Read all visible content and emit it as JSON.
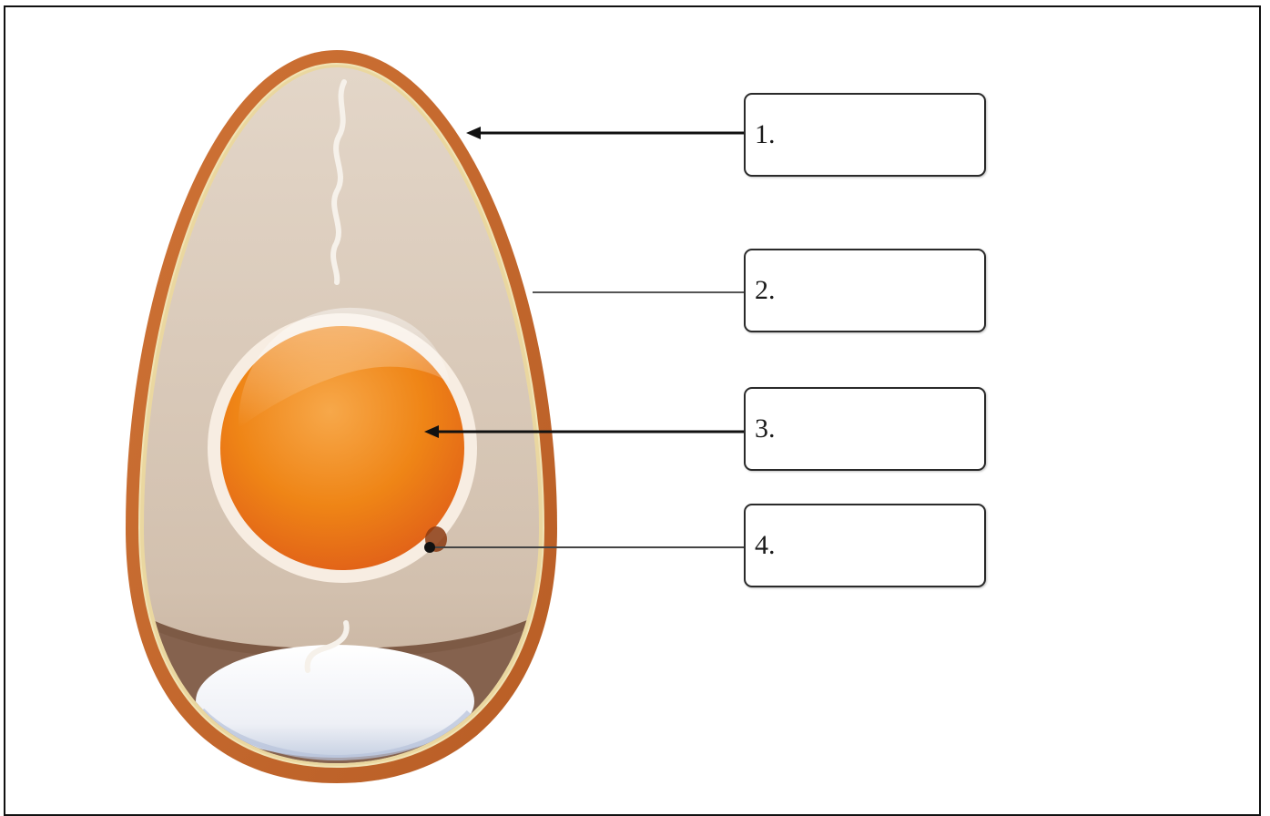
{
  "labels": [
    {
      "number": "1."
    },
    {
      "number": "2."
    },
    {
      "number": "3."
    },
    {
      "number": "4."
    }
  ],
  "colors": {
    "shell": "#c8692d",
    "shell_dark": "#a9521f",
    "membrane": "#e8d28a",
    "albumen_top": "#e2d4c4",
    "albumen_bottom": "#c9b5a2",
    "air_cell_shadow": "#7a5440",
    "yolk_light": "#f6a03a",
    "yolk": "#ef8214",
    "yolk_dark": "#e2621a",
    "vitelline_ring": "#f8efe6",
    "chalaza": "#f5f0ea",
    "air_sac": "#eef0f6",
    "germinal_disc": "#8b3a10",
    "pointer": "#111111"
  }
}
